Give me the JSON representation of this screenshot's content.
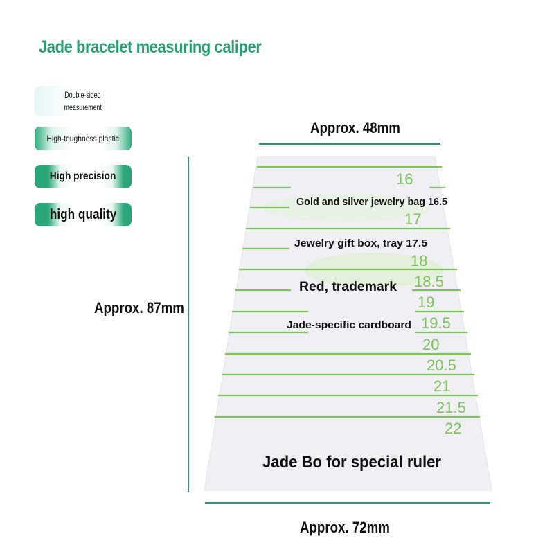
{
  "title": "Jade bracelet measuring caliper",
  "features": [
    {
      "label": "Double-sided measurement",
      "line1": "Double-sided",
      "line2": "measurement"
    },
    {
      "label": "High-toughness plastic"
    },
    {
      "label": "High precision"
    },
    {
      "label": "high quality"
    }
  ],
  "dimensions": {
    "top_width": "Approx. 48mm",
    "height": "Approx. 87mm",
    "bottom_width": "Approx. 72mm"
  },
  "ruler": {
    "scale_marks": [
      "16",
      "16.5",
      "17",
      "17.5",
      "18",
      "18.5",
      "19",
      "19.5",
      "20",
      "20.5",
      "21",
      "21.5",
      "22"
    ],
    "numbered_labels": [
      {
        "value": "16"
      },
      {
        "value": "17"
      },
      {
        "value": "18"
      },
      {
        "value": "18.5"
      },
      {
        "value": "19"
      },
      {
        "value": "19.5"
      },
      {
        "value": "20"
      },
      {
        "value": "20.5"
      },
      {
        "value": "21"
      },
      {
        "value": "21.5"
      },
      {
        "value": "22"
      }
    ],
    "annotations": [
      {
        "text": "Gold and silver jewelry bag 16.5"
      },
      {
        "text": "Jewelry gift box, tray 17.5"
      },
      {
        "text": "Red, trademark"
      },
      {
        "text": "Jade-specific cardboard"
      }
    ],
    "footer": "Jade Bo for special ruler"
  },
  "colors": {
    "brand_green": "#2a9d72",
    "scale_green": "#7cc35a",
    "card": "#efeff4"
  }
}
